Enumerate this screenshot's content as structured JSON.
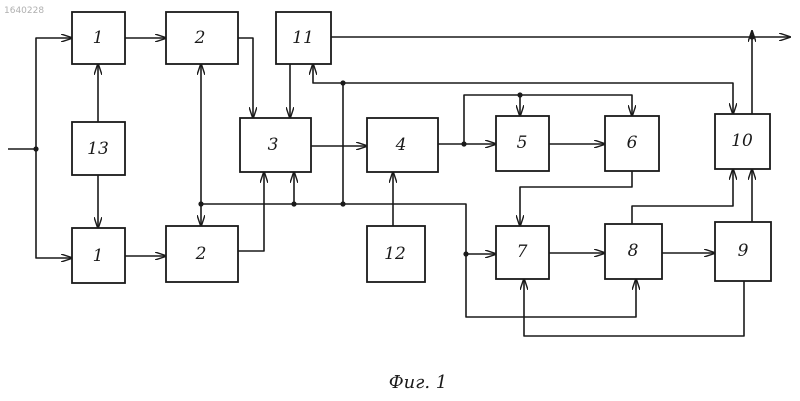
{
  "figure": {
    "stamp": "1640228",
    "caption": "Фиг. 1"
  },
  "blocks": [
    {
      "id": "b1-top",
      "label": "1"
    },
    {
      "id": "b2-top",
      "label": "2"
    },
    {
      "id": "b11",
      "label": "11"
    },
    {
      "id": "b13",
      "label": "13"
    },
    {
      "id": "b3",
      "label": "3"
    },
    {
      "id": "b4",
      "label": "4"
    },
    {
      "id": "b5",
      "label": "5"
    },
    {
      "id": "b6",
      "label": "6"
    },
    {
      "id": "b10",
      "label": "10"
    },
    {
      "id": "b1-bottom",
      "label": "1"
    },
    {
      "id": "b2-bottom",
      "label": "2"
    },
    {
      "id": "b12",
      "label": "12"
    },
    {
      "id": "b7",
      "label": "7"
    },
    {
      "id": "b8",
      "label": "8"
    },
    {
      "id": "b9",
      "label": "9"
    }
  ]
}
